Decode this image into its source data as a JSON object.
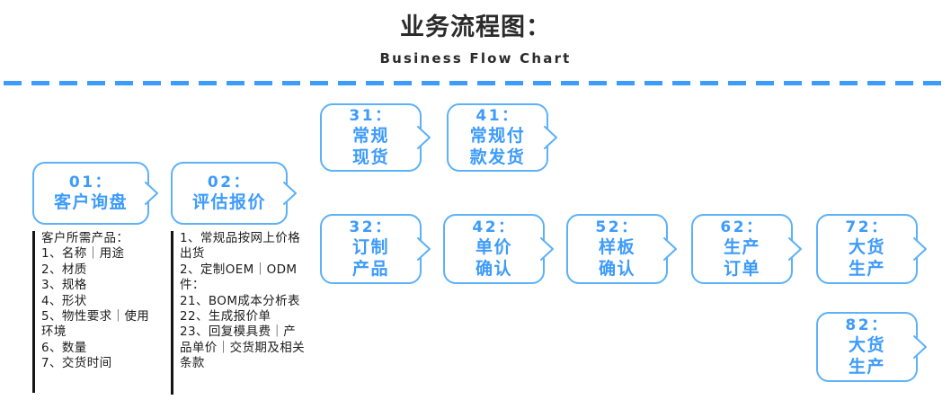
{
  "header": {
    "title_cn": "业务流程图：",
    "title_en": "Business Flow Chart"
  },
  "colors": {
    "accent_blue": "#3d9bfb",
    "box_border": "#5cb1f7",
    "divider": "#3d9bfb",
    "title_text": "#2b2b2b",
    "detail_text": "#1c1c1c",
    "detail_bar": "#141414"
  },
  "nodes": {
    "n01": {
      "number": "01：",
      "label": "客户询盘"
    },
    "n02": {
      "number": "02：",
      "label": "评估报价"
    },
    "n31": {
      "number": "31：",
      "label": "常规\n现货"
    },
    "n41": {
      "number": "41：",
      "label": "常规付\n款发货"
    },
    "n32": {
      "number": "32：",
      "label": "订制\n产品"
    },
    "n42": {
      "number": "42：",
      "label": "单价\n确认"
    },
    "n52": {
      "number": "52：",
      "label": "样板\n确认"
    },
    "n62": {
      "number": "62：",
      "label": "生产\n订单"
    },
    "n72": {
      "number": "72：",
      "label": "大货\n生产"
    },
    "n82": {
      "number": "82：",
      "label": "大货\n生产"
    }
  },
  "details": {
    "d01": "客户所需产品：\n1、名称｜用途\n2、材质\n3、规格\n4、形状\n5、物性要求｜使用环境\n6、数量\n7、交货时间",
    "d02": "1、常规品按网上价格出货\n2、定制OEM｜ODM件：\n21、BOM成本分析表\n22、生成报价单\n23、回复模具费｜产品单价｜交货期及相关条款"
  }
}
